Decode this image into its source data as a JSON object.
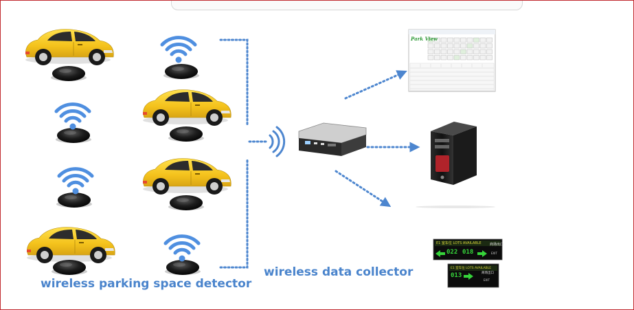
{
  "labels": {
    "detector": "wireless parking space detector",
    "collector": "wireless data collector"
  },
  "software": {
    "title": "Park View"
  },
  "displays": [
    {
      "header": "E1  室车位 LOTS AVAILABLE",
      "left_count": "022",
      "right_count": "018",
      "side_text": "商场出口",
      "side_sub": "EXIT"
    },
    {
      "header": "E1  室车位 LOTS AVAILABLE",
      "left_count": "013",
      "side_text": "商场出口",
      "side_sub": "EXIT"
    }
  ],
  "colors": {
    "car_body": "#f3c51f",
    "link_dots": "#4d86cf",
    "wifi": "#4f8fe0",
    "label": "#4a84cc",
    "led_green": "#36d43a",
    "border": "#c0292e"
  }
}
